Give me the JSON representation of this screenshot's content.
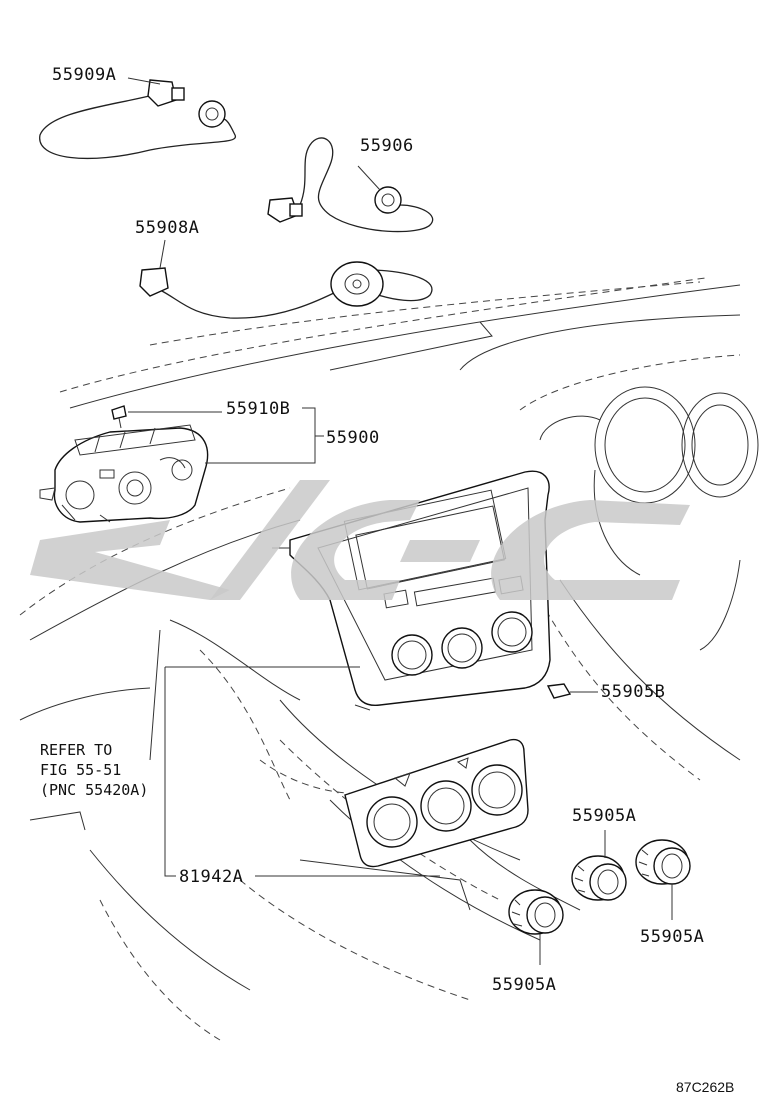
{
  "callouts": {
    "p55909A": "55909A",
    "p55906": "55906",
    "p55908A": "55908A",
    "p55910B": "55910B",
    "p55900": "55900",
    "p55905B": "55905B",
    "p55905A_top": "55905A",
    "p55905A_right": "55905A",
    "p55905A_bottom": "55905A",
    "p81942A": "81942A"
  },
  "reference_note": {
    "line1": "REFER TO",
    "line2": "FIG 55-51",
    "line3": "(PNC 55420A)"
  },
  "figure_code": "87C262B"
}
